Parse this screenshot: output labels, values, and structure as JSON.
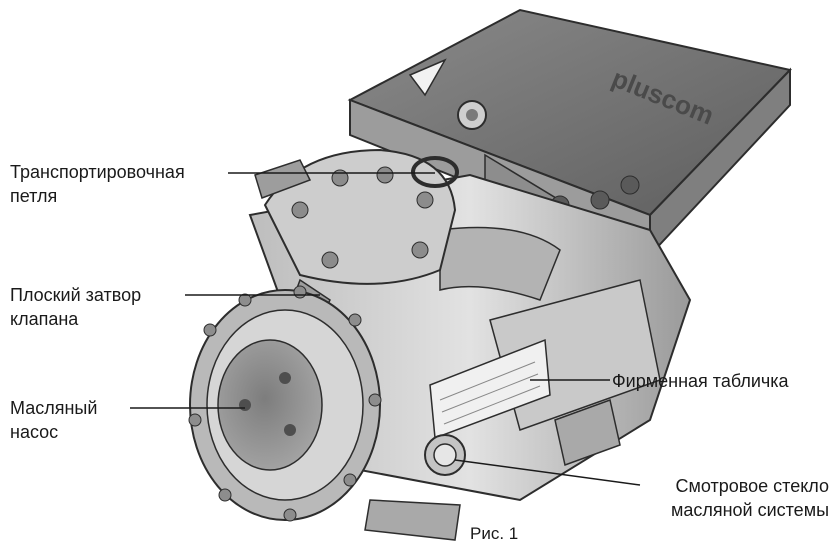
{
  "labels": {
    "transport_loop": [
      "Транспортировочная",
      "петля"
    ],
    "flat_valve": [
      "Плоский затвор",
      "клапана"
    ],
    "oil_pump": [
      "Масляный",
      "насос"
    ],
    "nameplate": [
      "Фирменная табличка"
    ],
    "sight_glass": [
      "Смотровое стекло",
      "масляной системы"
    ]
  },
  "caption": "Рис. 1",
  "box_brand_text": "pluscom",
  "colors": {
    "metal_light": "#d9d9d9",
    "metal_mid": "#a8a8a8",
    "metal_dark": "#6f6f6f",
    "outline": "#2d2d2d"
  }
}
